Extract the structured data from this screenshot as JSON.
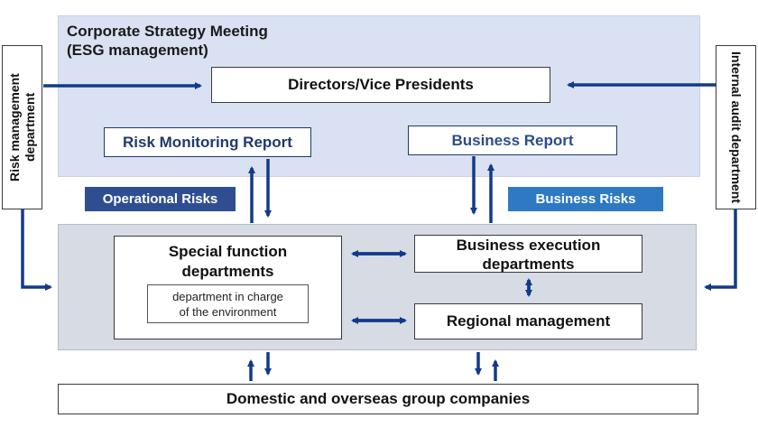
{
  "meeting": {
    "title_line1": "Corporate Strategy Meeting",
    "title_line2": "(ESG management)"
  },
  "boxes": {
    "directors": "Directors/Vice Presidents",
    "risk_report": "Risk Monitoring Report",
    "business_report": "Business Report",
    "special_dept_line1": "Special function",
    "special_dept_line2": "departments",
    "env_dept_line1": "department in charge",
    "env_dept_line2": "of the environment",
    "business_exec_line1": "Business execution",
    "business_exec_line2": "departments",
    "regional": "Regional management",
    "group_companies": "Domestic and overseas group companies"
  },
  "tags": {
    "operational": "Operational Risks",
    "business": "Business Risks"
  },
  "side": {
    "risk_mgmt": "Risk management department",
    "internal_audit": "Internal audit department"
  },
  "colors": {
    "arrow": "#123a8a",
    "tag_operational": "#2f4e92",
    "tag_business": "#2f79c2",
    "panel_top": "#d9e1f2",
    "panel_mid": "#d6dbe4"
  }
}
